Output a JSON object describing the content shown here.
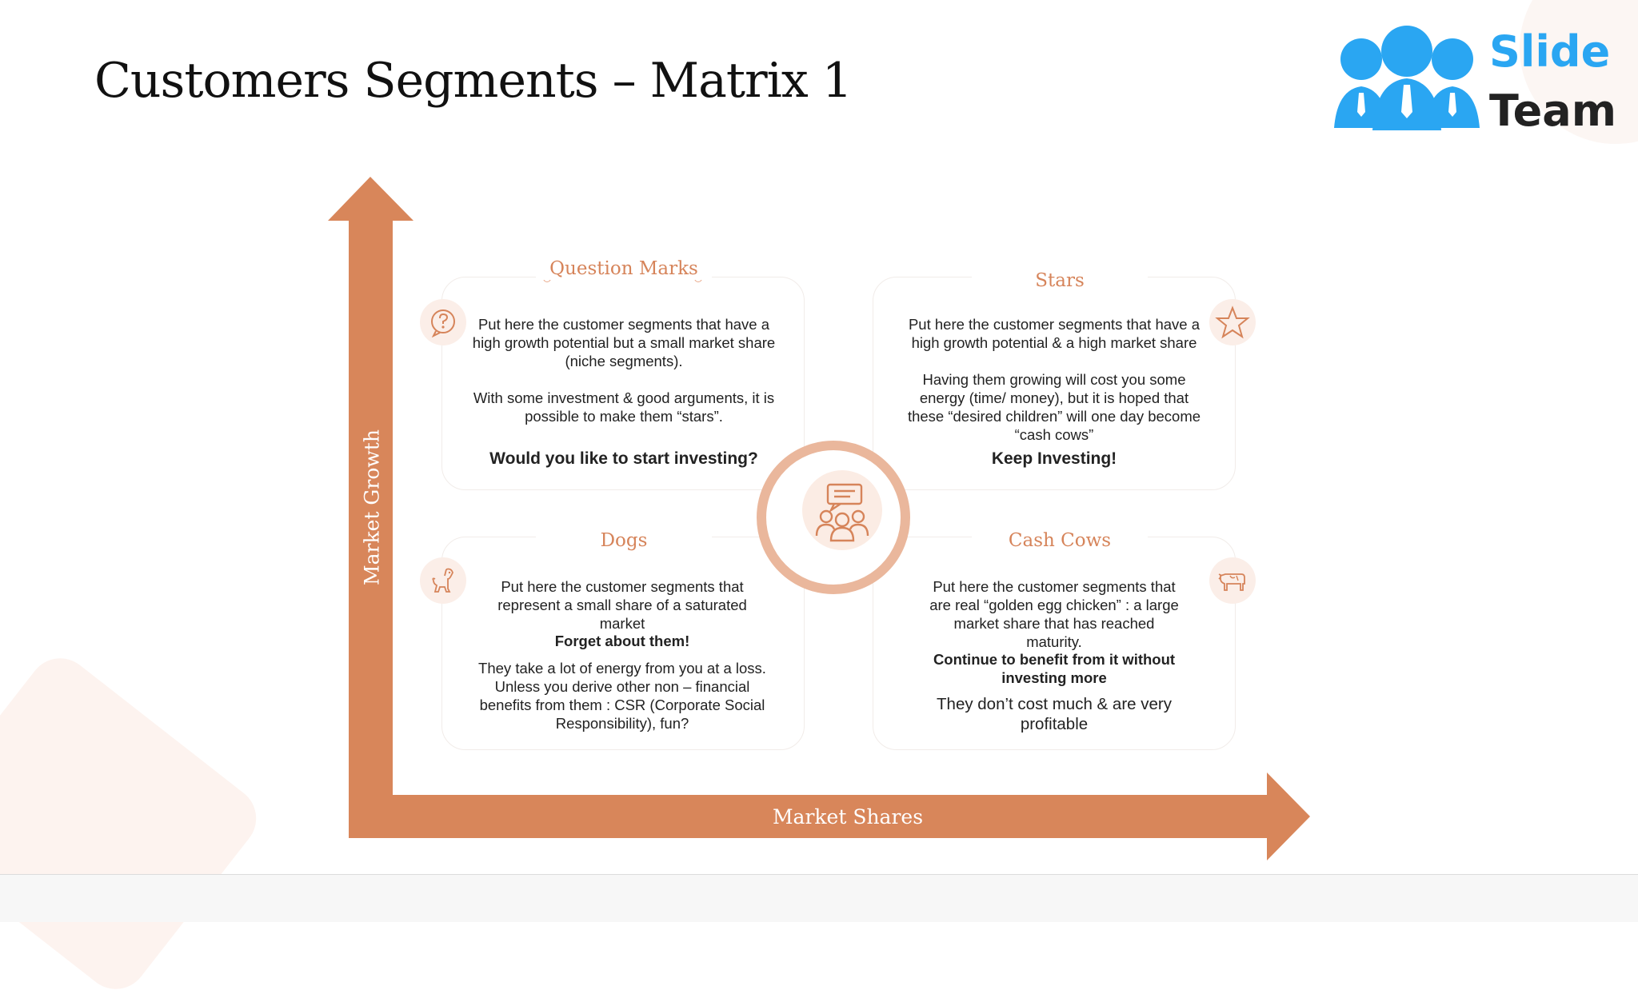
{
  "title": "Customers Segments – Matrix 1",
  "logo": {
    "line1": "Slide",
    "line2": "Team",
    "color_primary": "#2aa6f2"
  },
  "colors": {
    "accent": "#d8865a",
    "title_orange": "#d6845a"
  },
  "axes": {
    "y_label": "Market Growth",
    "x_label": "Market Shares"
  },
  "quadrants": {
    "question_marks": {
      "title": "Question Marks",
      "icon": "question-bubble-icon",
      "p1": "Put here the customer segments that have a high growth potential but a small market share (niche segments).",
      "p2": "With some investment & good arguments, it is possible to make them “stars”.",
      "cta": "Would you like to start investing?"
    },
    "stars": {
      "title": "Stars",
      "icon": "star-icon",
      "p1": "Put here the customer segments that have a high growth potential & a high market share",
      "p2": "Having them growing will cost you some energy (time/ money), but it is hoped that these “desired children” will one day become “cash cows”",
      "cta": "Keep Investing!"
    },
    "dogs": {
      "title": "Dogs",
      "icon": "dog-icon",
      "p1": "Put here the customer segments that represent a small share of a saturated market",
      "cta": "Forget about them!",
      "p2": "They take a lot of energy from you at a loss. Unless you derive other non – financial benefits from them : CSR (Corporate Social Responsibility), fun?"
    },
    "cash_cows": {
      "title": "Cash Cows",
      "icon": "cow-icon",
      "p1": "Put here the customer segments that are real “golden egg chicken” : a large market share that has reached maturity.",
      "cta": "Continue to benefit from it without investing more",
      "p2": "They don’t cost much & are very profitable"
    }
  },
  "center_icon": "team-discussion-icon"
}
